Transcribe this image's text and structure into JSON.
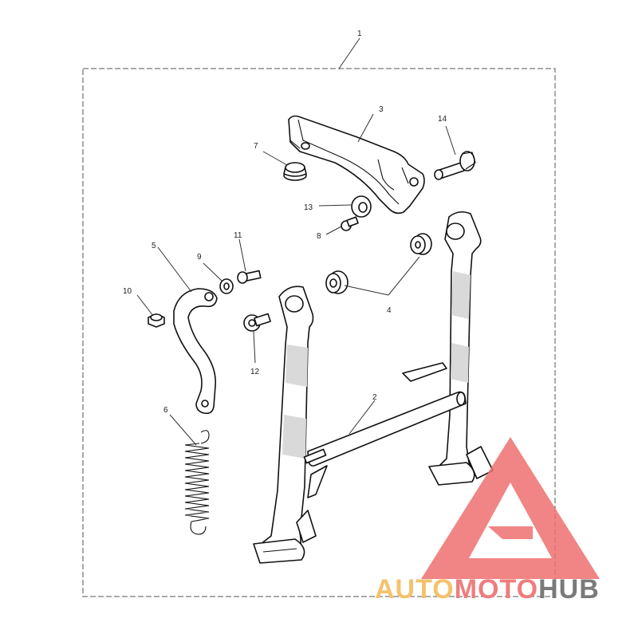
{
  "diagram": {
    "callouts": [
      {
        "id": "1",
        "text": "1"
      },
      {
        "id": "2",
        "text": "2"
      },
      {
        "id": "3",
        "text": "3"
      },
      {
        "id": "4",
        "text": "4"
      },
      {
        "id": "5",
        "text": "5"
      },
      {
        "id": "6",
        "text": "6"
      },
      {
        "id": "7",
        "text": "7"
      },
      {
        "id": "8",
        "text": "8"
      },
      {
        "id": "9",
        "text": "9"
      },
      {
        "id": "10",
        "text": "10"
      },
      {
        "id": "11",
        "text": "11"
      },
      {
        "id": "12",
        "text": "12"
      },
      {
        "id": "13",
        "text": "13"
      },
      {
        "id": "14",
        "text": "14"
      }
    ]
  },
  "watermark": {
    "part1": "AUTO",
    "part2": "MOTO",
    "part3": "HUB",
    "colors": {
      "part1": "#f5c26b",
      "part2": "#ef7d7d",
      "part3": "#7a7a7a",
      "triangle": "#ef6f6f"
    }
  }
}
